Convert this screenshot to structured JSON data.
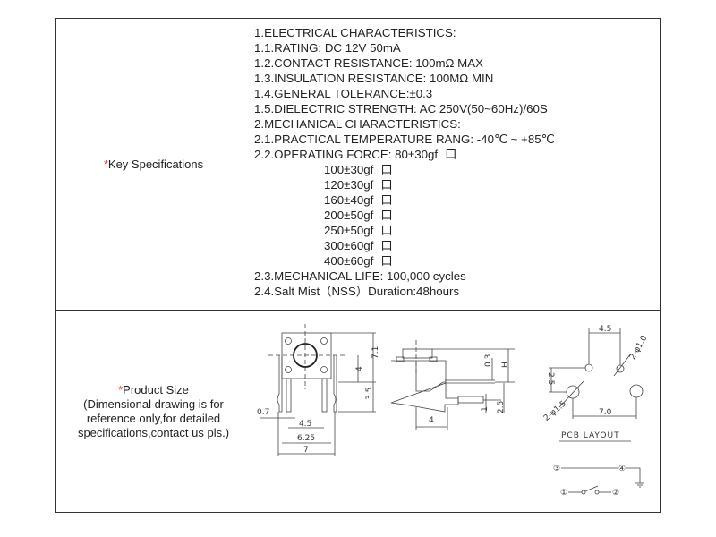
{
  "rows": [
    {
      "label": "Key Specifications",
      "star": "*",
      "lines": [
        "1.ELECTRICAL CHARACTERISTICS:",
        "1.1.RATING: DC 12V 50mA",
        "1.2.CONTACT RESISTANCE: 100mΩ MAX",
        "1.3.INSULATION RESISTANCE: 100MΩ MIN",
        "1.4.GENERAL TOLERANCE:±0.3",
        "1.5.DIELECTRIC STRENGTH: AC 250V(50~60Hz)/60S",
        "2.MECHANICAL CHARACTERISTICS:",
        "2.1.PRACTICAL TEMPERATURE RANG: -40℃ ~ +85℃",
        "2.2.OPERATING FORCE: 80±30gf"
      ],
      "force_options": [
        "100±30gf",
        "120±30gf",
        "160±40gf",
        "200±50gf",
        "250±50gf",
        "300±60gf",
        "400±60gf"
      ],
      "checkbox": "口",
      "tail_lines": [
        "2.3.MECHANICAL LIFE: 100,000 cycles",
        "2.4.Salt Mist（NSS）Duration:48hours"
      ]
    },
    {
      "label": "Product Size",
      "star": "*",
      "note": "(Dimensional drawing is for reference only,for detailed specifications,contact us pls.)"
    }
  ],
  "drawing": {
    "front": {
      "h_total": "7.1",
      "h_body": "4",
      "h_pin": "3.5",
      "pin_w": "0.7",
      "pin_pitch": "4.5",
      "inner_w": "6.25",
      "outer_w": "7"
    },
    "side": {
      "gap": "0.3",
      "height": "H",
      "pin_t": "1",
      "pin_h": "2.5",
      "depth": "4"
    },
    "pcb": {
      "pitch_top": "4.5",
      "hole_small": "2-φ1.0",
      "offset": "2.5",
      "hole_large": "2-φ1.5",
      "pitch_bottom": "7.0",
      "title": "PCB LAYOUT"
    },
    "schematic": {
      "p1": "①",
      "p2": "②",
      "p3": "③",
      "p4": "④"
    }
  },
  "colors": {
    "star": "#ee3333",
    "border": "#333333"
  }
}
